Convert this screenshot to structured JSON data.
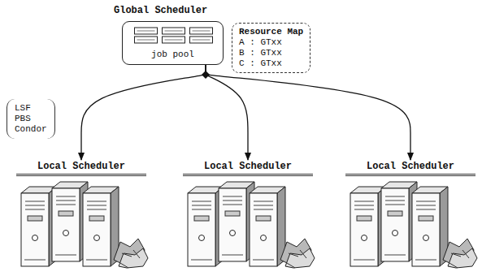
{
  "diagram": {
    "title": "Global Scheduler",
    "nodes": [
      {
        "text": [
          "job pool"
        ]
      },
      {
        "text": [
          "Resource Map",
          "A : GTxx",
          "B : GTxx",
          "C : GTxx"
        ]
      },
      {
        "text": [
          "LSF",
          "PBS",
          "Condor"
        ]
      },
      {
        "text": [
          "Local Scheduler"
        ]
      },
      {
        "text": [
          "Local Scheduler"
        ]
      },
      {
        "text": [
          "Local Scheduler"
        ]
      }
    ],
    "edges": [
      {
        "from": 0,
        "to": 3,
        "arrow": "to"
      },
      {
        "from": 0,
        "to": 4,
        "arrow": "to"
      },
      {
        "from": 0,
        "to": 5,
        "arrow": "to"
      }
    ]
  }
}
